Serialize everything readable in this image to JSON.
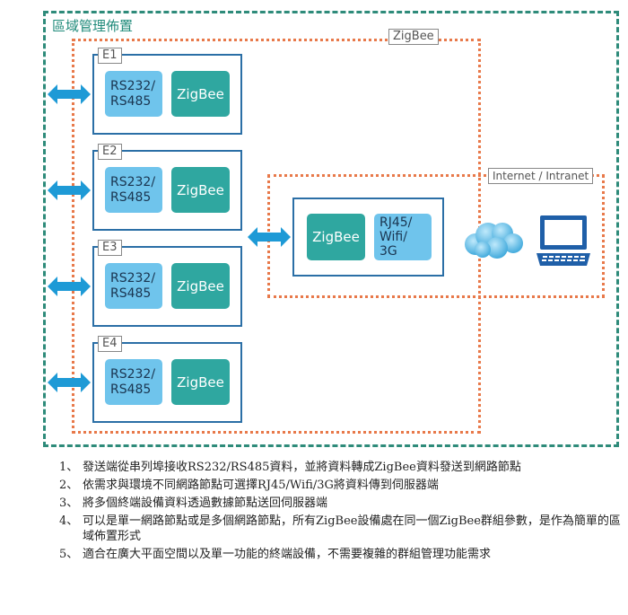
{
  "area_title": "區域管理佈置",
  "zigbee_label": "ZigBee",
  "internet_label": "Internet / Intranet",
  "end_nodes": [
    {
      "label": "E1",
      "rs": "RS232/\nRS485",
      "zb": "ZigBee"
    },
    {
      "label": "E2",
      "rs": "RS232/\nRS485",
      "zb": "ZigBee"
    },
    {
      "label": "E3",
      "rs": "RS232/\nRS485",
      "zb": "ZigBee"
    },
    {
      "label": "E4",
      "rs": "RS232/\nRS485",
      "zb": "ZigBee"
    }
  ],
  "gateway": {
    "zb": "ZigBee",
    "net": "RJ45/\nWifi/\n3G"
  },
  "icons": {
    "cloud": "cloud-icon",
    "computer": "computer-icon",
    "arrow": "double-arrow-icon"
  },
  "colors": {
    "outer_border": "#2e8b7a",
    "zigbee_border": "#e8794a",
    "node_border": "#2b6fa6",
    "cell_blue": "#6fc4ec",
    "cell_teal": "#2fa7a0",
    "arrow": "#1e9ad6"
  },
  "notes": [
    {
      "num": "1、",
      "text": "發送端從串列埠接收RS232/RS485資料，並將資料轉成ZigBee資料發送到網路節點"
    },
    {
      "num": "2、",
      "text": "依需求與環境不同網路節點可選擇RJ45/Wifi/3G將資料傳到伺服器端"
    },
    {
      "num": "3、",
      "text": "將多個終端設備資料透過數據節點送回伺服器端"
    },
    {
      "num": "4、",
      "text": "可以是單一網路節點或是多個網路節點，所有ZigBee設備處在同一個ZigBee群組參數，是作為簡單的區域佈置形式"
    },
    {
      "num": "5、",
      "text": "適合在廣大平面空間以及單一功能的終端設備，不需要複雜的群組管理功能需求"
    }
  ]
}
